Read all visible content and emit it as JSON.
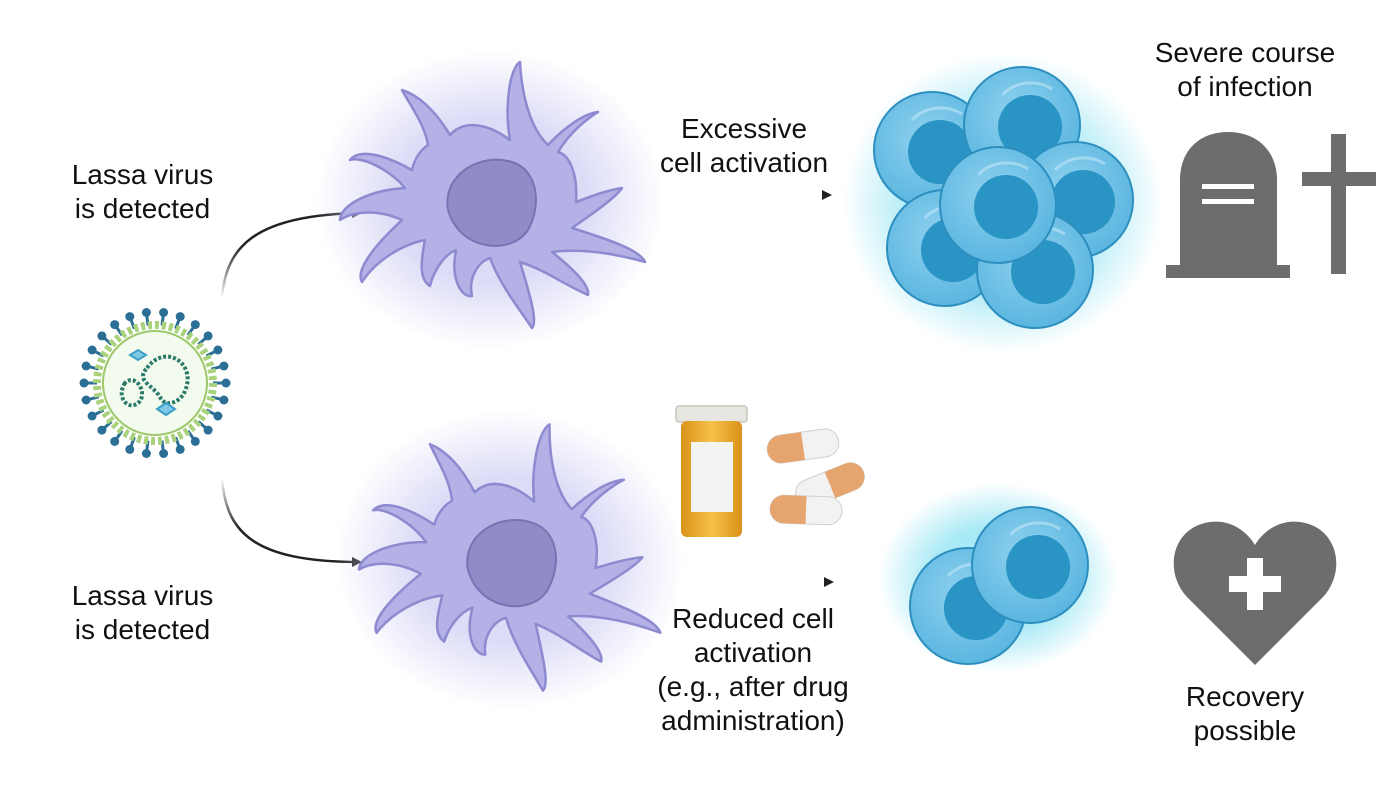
{
  "labels": {
    "top_detect": [
      "Lassa virus",
      "is detected"
    ],
    "bottom_detect": [
      "Lassa virus",
      "is detected"
    ],
    "excessive": [
      "Excessive",
      "cell activation"
    ],
    "reduced": [
      "Reduced cell",
      "activation",
      "(e.g., after drug",
      "administration)"
    ],
    "severe": [
      "Severe course",
      "of infection"
    ],
    "recovery": [
      "Recovery",
      "possible"
    ]
  },
  "icons": {
    "virus": "lassa-virus-icon",
    "dendritic_top": "dendritic-cell-icon",
    "dendritic_bottom": "dendritic-cell-icon",
    "tcells_many": "t-cell-cluster-icon",
    "tcells_few": "t-cell-pair-icon",
    "drugs": "pill-bottle-capsules-icon",
    "death": "tombstone-cross-icon",
    "recovery": "heart-plus-icon"
  },
  "colors": {
    "dendritic_fill": "#b3b1e6",
    "dendritic_nucleus": "#8f8cc8",
    "dendritic_glow": "#d9d8f6",
    "tcell_fill": "#74c3e8",
    "tcell_nucleus": "#2a94c4",
    "tcell_glow": "#9be6f4",
    "virus_spike": "#2b6f96",
    "virus_bead": "#a9d27d",
    "virus_rna": "#2a7a6a",
    "grey_icon": "#6d6d6d",
    "bottle": "#f2b335",
    "capsule": "#e6a56e",
    "arrow": "#222222"
  }
}
